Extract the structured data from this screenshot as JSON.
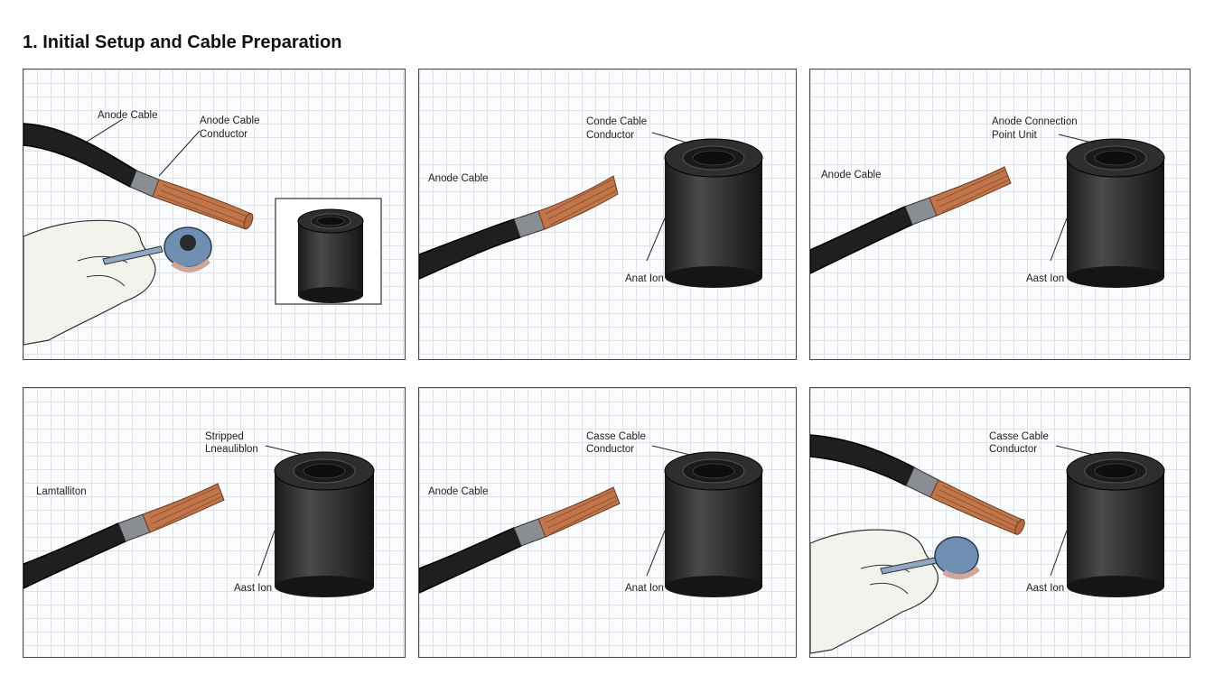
{
  "page": {
    "title": "1. Initial Setup and Cable Preparation"
  },
  "colors": {
    "cable_jacket": "#1f1f1f",
    "copper": "#c0764a",
    "glove": "#f3f3ee",
    "brush_head": "#6e8eb2",
    "bristles": "#cfa79a",
    "cylinder": "#2b2b2b",
    "grid": "#dfe3e8"
  },
  "panels": [
    {
      "id": "panel-1",
      "labels": {
        "cable": "Anode Cable",
        "conductor_line1": "Anode Cable",
        "conductor_line2": "Conductor"
      },
      "icons": [
        "anode-cable-icon",
        "gloved-hand-icon",
        "wire-brush-icon",
        "connector-cylinder-icon"
      ]
    },
    {
      "id": "panel-2",
      "labels": {
        "cable": "Anode Cable",
        "conductor_line1": "Conde Cable",
        "conductor_line2": "Conductor",
        "part": "Anat Ion"
      },
      "icons": [
        "anode-cable-icon",
        "connector-cylinder-icon"
      ]
    },
    {
      "id": "panel-3",
      "labels": {
        "cable": "Anode Cable",
        "conductor_line1": "Anode Connection",
        "conductor_line2": "Point Unit",
        "part": "Aast Ion"
      },
      "icons": [
        "anode-cable-icon",
        "connector-cylinder-icon"
      ]
    },
    {
      "id": "panel-4",
      "labels": {
        "cable": "Lamtalliton",
        "conductor_line1": "Stripped",
        "conductor_line2": "Lneauliblon",
        "part": "Aast Ion"
      },
      "icons": [
        "anode-cable-icon",
        "connector-cylinder-icon"
      ]
    },
    {
      "id": "panel-5",
      "labels": {
        "cable": "Anode Cable",
        "conductor_line1": "Casse Cable",
        "conductor_line2": "Conductor",
        "part": "Anat Ion"
      },
      "icons": [
        "anode-cable-icon",
        "connector-cylinder-icon"
      ]
    },
    {
      "id": "panel-6",
      "labels": {
        "conductor_line1": "Casse Cable",
        "conductor_line2": "Conductor",
        "part": "Aast Ion"
      },
      "icons": [
        "anode-cable-icon",
        "gloved-hand-icon",
        "wire-brush-icon",
        "connector-cylinder-icon"
      ]
    }
  ]
}
